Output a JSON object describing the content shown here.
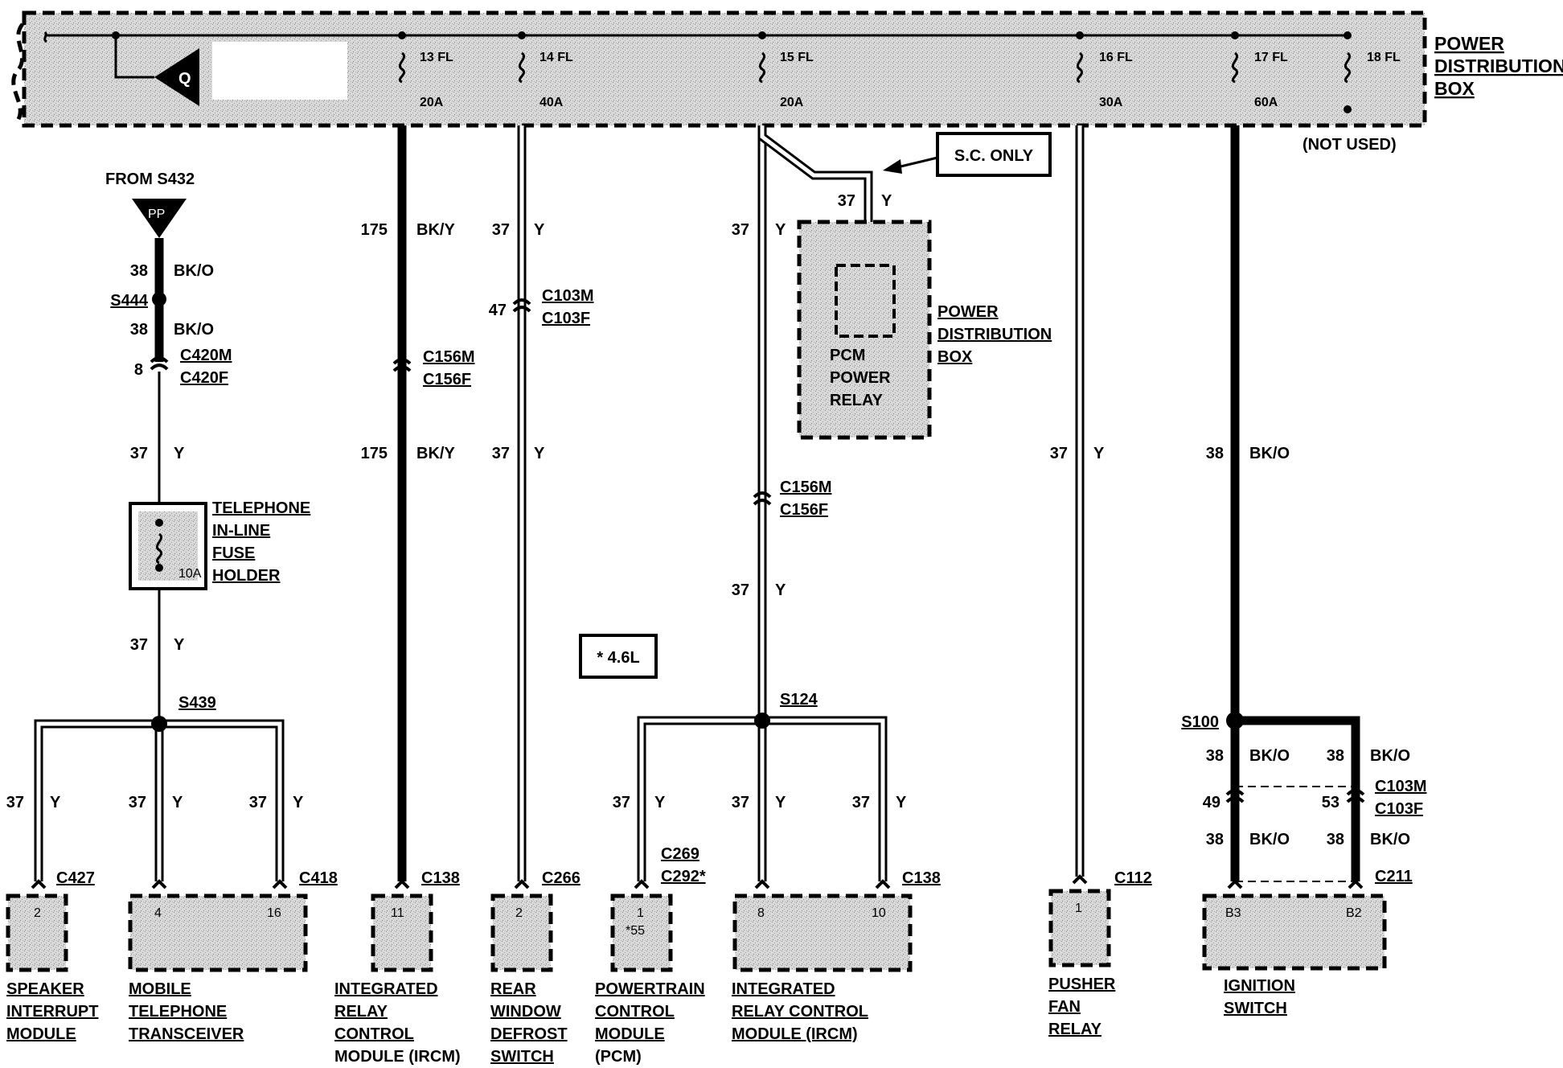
{
  "pdb": {
    "title": [
      "POWER",
      "DISTRIBUTION",
      "BOX"
    ],
    "not_used": "(NOT USED)",
    "q_label": "Q",
    "fuses": [
      {
        "id": "13 FL",
        "amp": "20A"
      },
      {
        "id": "14 FL",
        "amp": "40A"
      },
      {
        "id": "15 FL",
        "amp": "20A"
      },
      {
        "id": "16 FL",
        "amp": "30A"
      },
      {
        "id": "17 FL",
        "amp": "60A"
      },
      {
        "id": "18 FL"
      }
    ]
  },
  "sc_only": "S.C. ONLY",
  "note_46": "* 4.6L",
  "col1": {
    "from": "FROM S432",
    "pp": "PP",
    "w1": {
      "n": "38",
      "c": "BK/O"
    },
    "splice_top": "S444",
    "w2": {
      "n": "38",
      "c": "BK/O"
    },
    "conn": {
      "pin": "8",
      "m": "C420M",
      "f": "C420F"
    },
    "w3": {
      "n": "37",
      "c": "Y"
    },
    "fuse_holder": {
      "label": [
        "TELEPHONE",
        "IN-LINE",
        "FUSE",
        "HOLDER"
      ],
      "amp": "10A"
    },
    "w4": {
      "n": "37",
      "c": "Y"
    },
    "splice": "S439",
    "branches": [
      {
        "n": "37",
        "c": "Y"
      },
      {
        "n": "37",
        "c": "Y"
      },
      {
        "n": "37",
        "c": "Y"
      }
    ],
    "speaker": {
      "conn": "C427",
      "pin": "2",
      "label": [
        "SPEAKER",
        "INTERRUPT",
        "MODULE"
      ]
    },
    "transceiver": {
      "conn": "C418",
      "pins": [
        "4",
        "16"
      ],
      "label": [
        "MOBILE",
        "TELEPHONE",
        "TRANSCEIVER"
      ]
    }
  },
  "col2": {
    "w1": {
      "n": "175",
      "c": "BK/Y"
    },
    "conn": {
      "m": "C156M",
      "f": "C156F"
    },
    "w2": {
      "n": "175",
      "c": "BK/Y"
    },
    "comp": {
      "conn": "C138",
      "pin": "11",
      "label": [
        "INTEGRATED",
        "RELAY",
        "CONTROL",
        "MODULE (IRCM)"
      ]
    }
  },
  "col3": {
    "w1": {
      "n": "37",
      "c": "Y"
    },
    "conn": {
      "pin": "47",
      "m": "C103M",
      "f": "C103F"
    },
    "w2": {
      "n": "37",
      "c": "Y"
    },
    "comp": {
      "conn": "C266",
      "pin": "2",
      "label": [
        "REAR",
        "WINDOW",
        "DEFROST",
        "SWITCH"
      ]
    }
  },
  "col4": {
    "w1": {
      "n": "37",
      "c": "Y"
    },
    "relay_wire": {
      "n": "37",
      "c": "Y"
    },
    "relay_box": {
      "inner": [
        "PCM",
        "POWER",
        "RELAY"
      ],
      "label": [
        "POWER",
        "DISTRIBUTION",
        "BOX"
      ]
    },
    "conn": {
      "m": "C156M",
      "f": "C156F"
    },
    "w2": {
      "n": "37",
      "c": "Y"
    },
    "splice": "S124",
    "branches": [
      {
        "n": "37",
        "c": "Y"
      },
      {
        "n": "37",
        "c": "Y"
      },
      {
        "n": "37",
        "c": "Y"
      }
    ],
    "pcm": {
      "conn": [
        "C269",
        "C292*"
      ],
      "pin": "1",
      "pin2": "*55",
      "label": [
        "POWERTRAIN",
        "CONTROL",
        "MODULE",
        "(PCM)"
      ]
    },
    "ircm": {
      "conn": "C138",
      "pins": [
        "8",
        "10"
      ],
      "label": [
        "INTEGRATED",
        "RELAY CONTROL",
        "MODULE (IRCM)"
      ]
    }
  },
  "col5": {
    "w1": {
      "n": "37",
      "c": "Y"
    },
    "comp": {
      "conn": "C112",
      "pin": "1",
      "label": [
        "PUSHER",
        "FAN",
        "RELAY"
      ]
    }
  },
  "col6": {
    "w1": {
      "n": "38",
      "c": "BK/O"
    },
    "splice": "S100",
    "left": {
      "w1": {
        "n": "38",
        "c": "BK/O"
      },
      "pin": "49",
      "w2": {
        "n": "38",
        "c": "BK/O"
      }
    },
    "right": {
      "w1": {
        "n": "38",
        "c": "BK/O"
      },
      "pin": "53",
      "w2": {
        "n": "38",
        "c": "BK/O"
      }
    },
    "conn": {
      "m": "C103M",
      "f": "C103F"
    },
    "comp": {
      "conn": "C211",
      "pins": [
        "B3",
        "B2"
      ],
      "label": [
        "IGNITION",
        "SWITCH"
      ]
    }
  }
}
